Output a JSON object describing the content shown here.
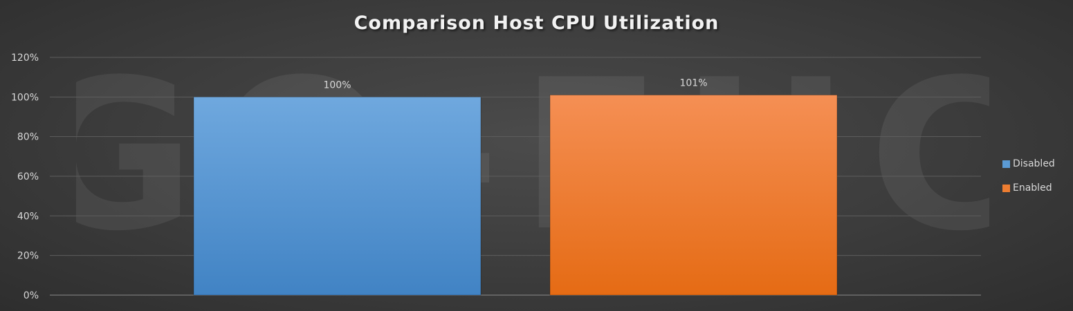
{
  "chart_data": {
    "type": "bar",
    "title": "Comparison Host CPU Utilization",
    "categories": [
      ""
    ],
    "series": [
      {
        "name": "Disabled",
        "values": [
          100
        ],
        "label": "100%",
        "color": "#5b9bd5"
      },
      {
        "name": "Enabled",
        "values": [
          101
        ],
        "label": "101%",
        "color": "#ed7d31"
      }
    ],
    "ylim": [
      0,
      120
    ],
    "yticks": [
      "0%",
      "20%",
      "40%",
      "60%",
      "80%",
      "100%",
      "120%"
    ],
    "grid": true,
    "legend": "right",
    "watermark": "GO-EUC"
  }
}
